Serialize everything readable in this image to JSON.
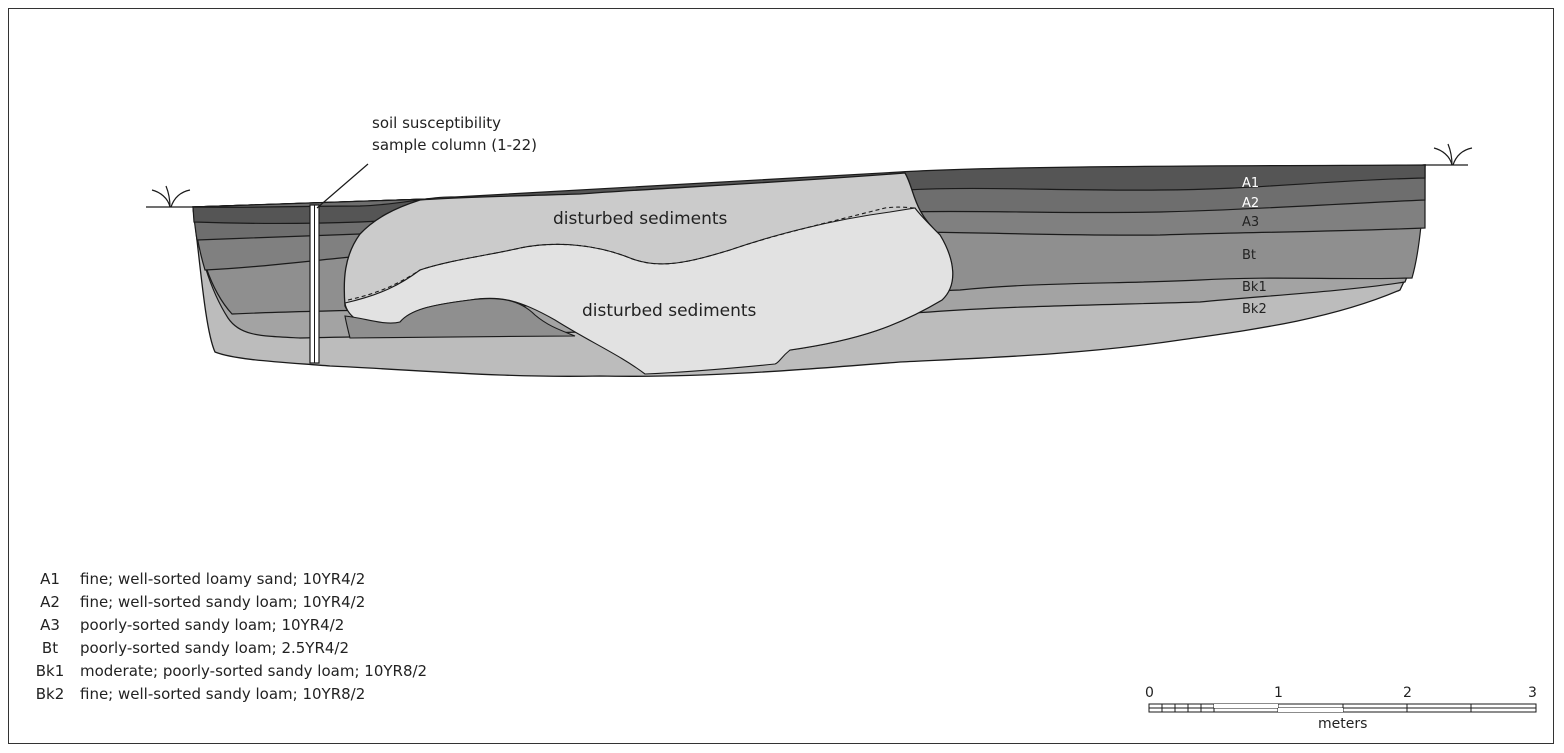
{
  "callout": {
    "line1": "soil susceptibility",
    "line2": "sample column (1-22)"
  },
  "zones": {
    "upper": "disturbed sediments",
    "lower": "disturbed sediments"
  },
  "horizon_labels": [
    "A1",
    "A2",
    "A3",
    "Bt",
    "Bk1",
    "Bk2"
  ],
  "legend": [
    {
      "code": "A1",
      "description": "fine; well-sorted loamy sand; 10YR4/2"
    },
    {
      "code": "A2",
      "description": "fine; well-sorted sandy loam; 10YR4/2"
    },
    {
      "code": "A3",
      "description": "poorly-sorted sandy loam; 10YR4/2"
    },
    {
      "code": "Bt",
      "description": "poorly-sorted sandy loam; 2.5YR4/2"
    },
    {
      "code": "Bk1",
      "description": "moderate; poorly-sorted sandy loam; 10YR8/2"
    },
    {
      "code": "Bk2",
      "description": "fine; well-sorted sandy loam; 10YR8/2"
    }
  ],
  "scale": {
    "ticks": [
      "0",
      "1",
      "2",
      "3"
    ],
    "unit": "meters"
  },
  "colors": {
    "A1": "#555555",
    "A2": "#6e6e6e",
    "A3": "#808080",
    "Bt": "#8f8f8f",
    "Bk1": "#a3a3a3",
    "Bk2": "#bcbcbc",
    "disturbed_upper": "#cbcbcb",
    "disturbed_lower": "#e2e2e2",
    "outline": "#1a1a1a"
  }
}
